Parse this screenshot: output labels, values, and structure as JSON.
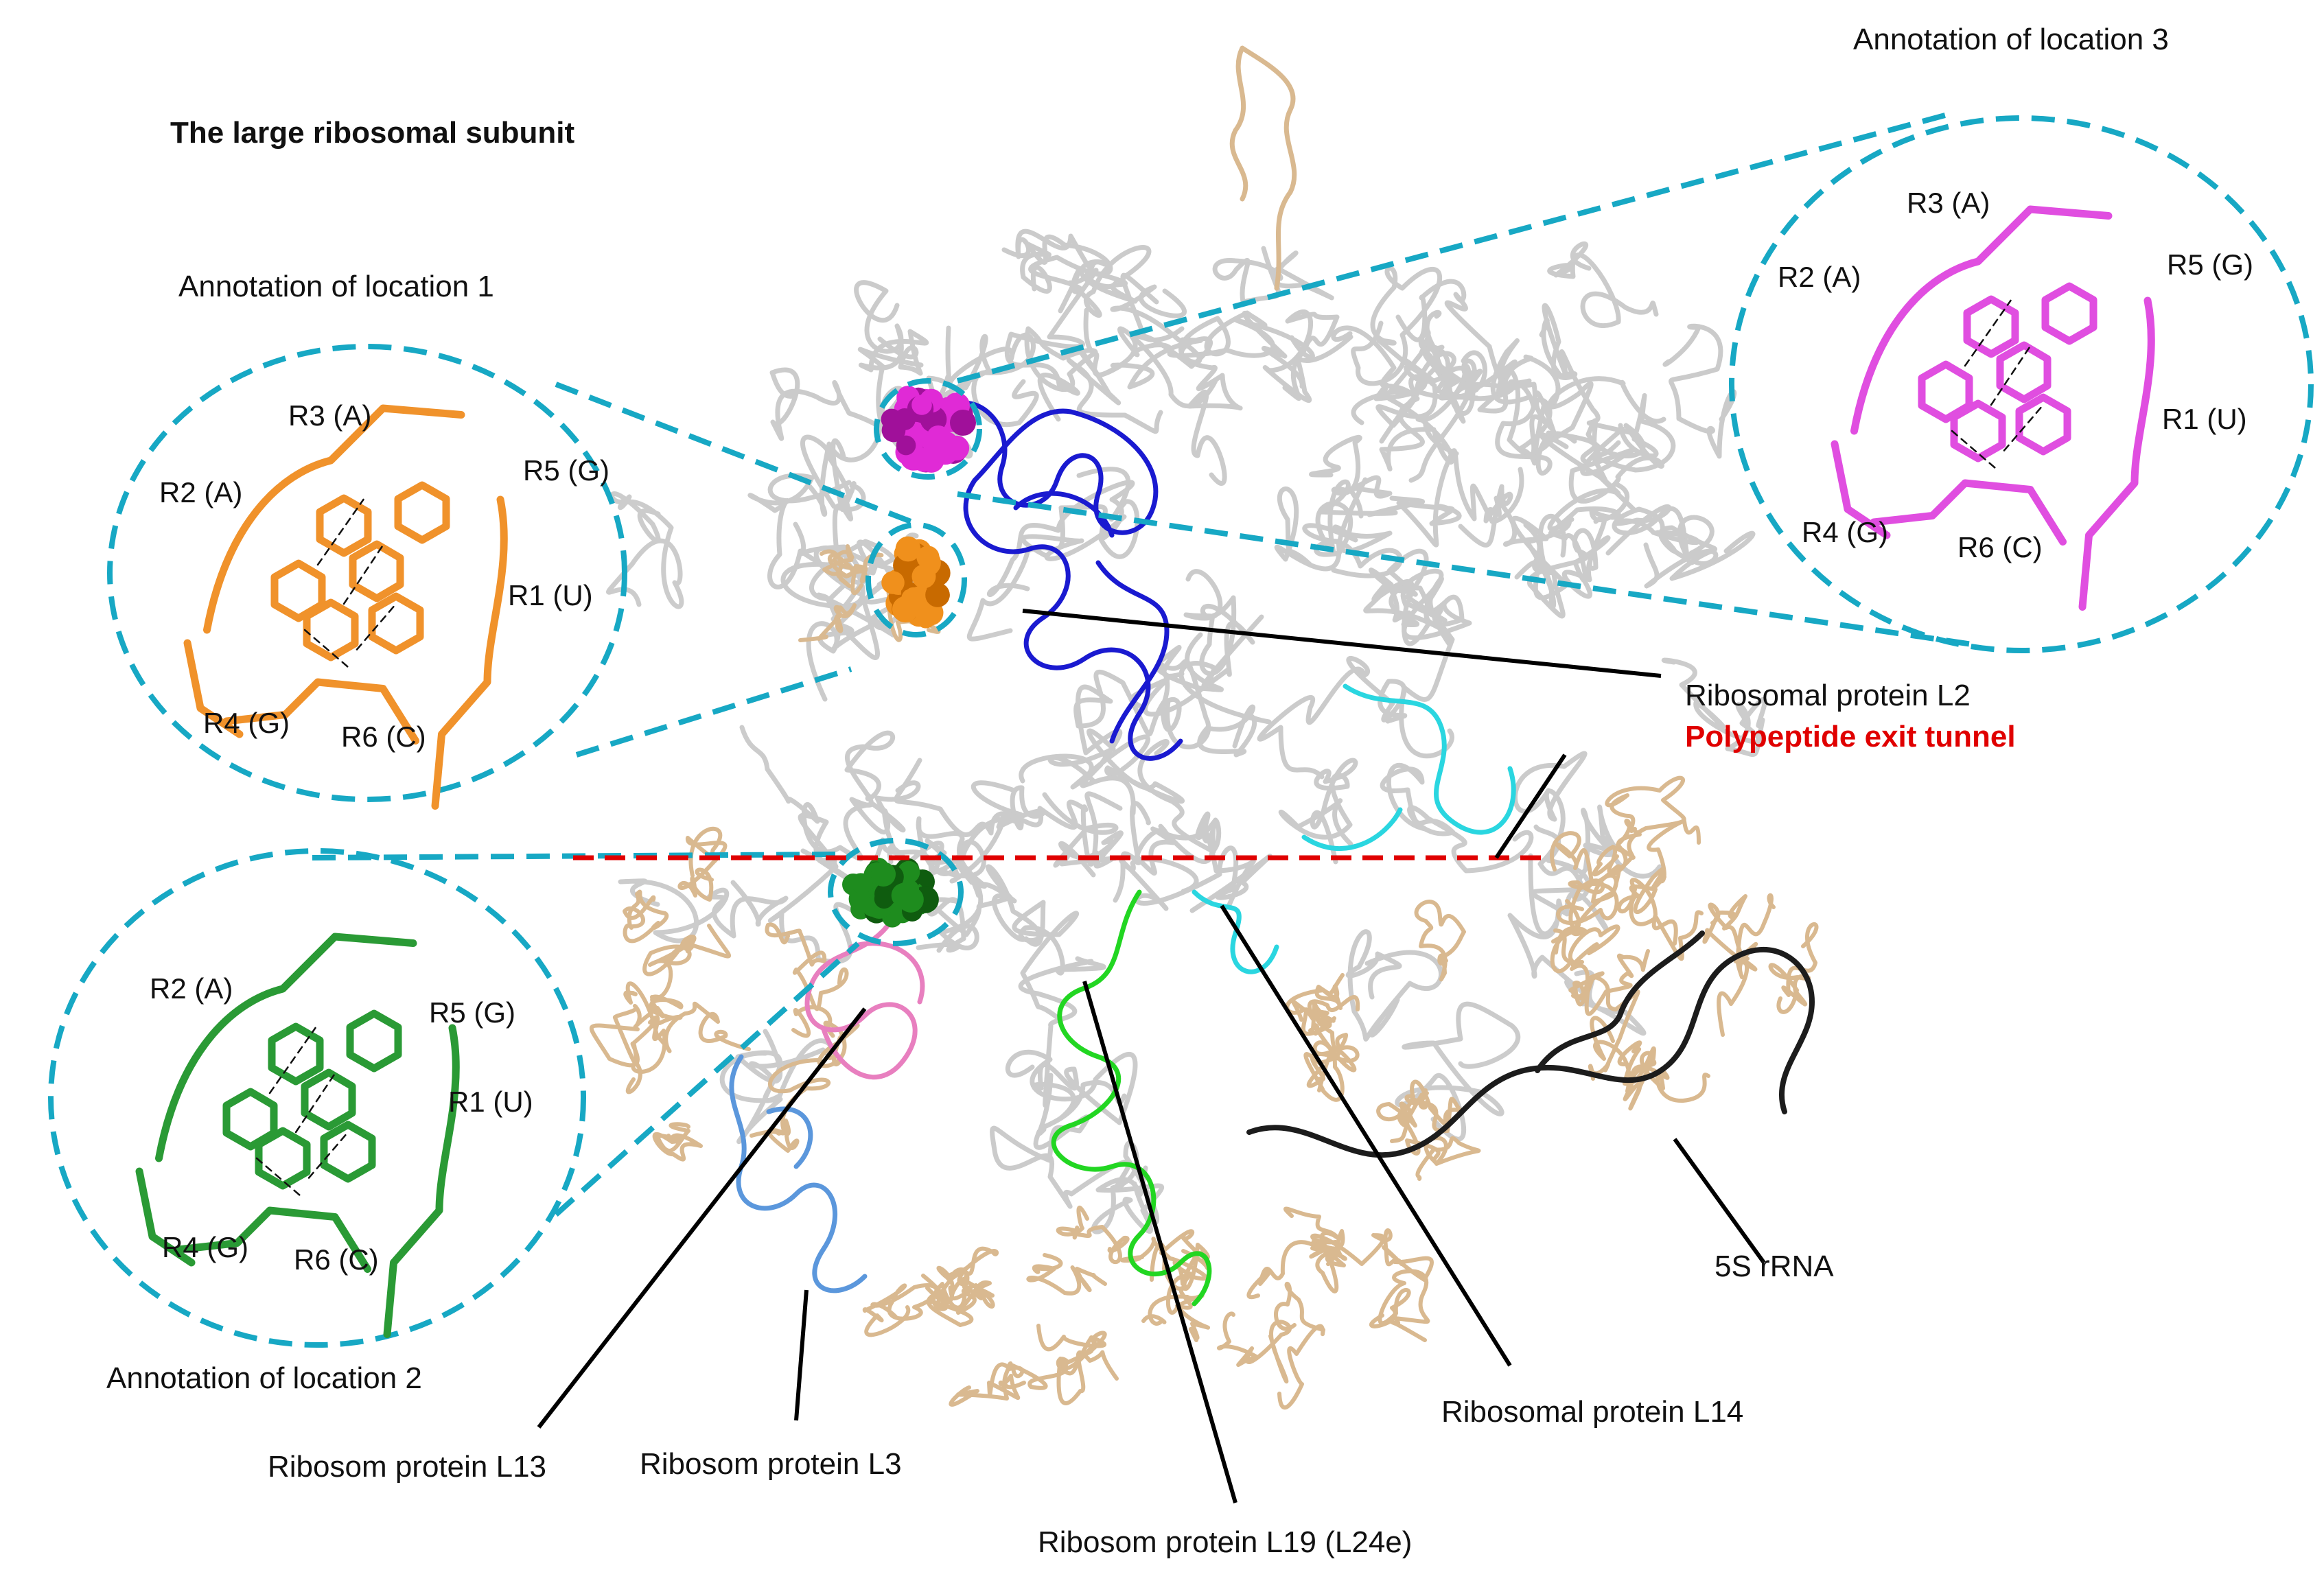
{
  "title": "The large ribosomal subunit",
  "annotations": {
    "loc1": {
      "caption": "Annotation of location 1",
      "color": "#f0922b",
      "residues": {
        "r1": "R1 (U)",
        "r2": "R2 (A)",
        "r3": "R3 (A)",
        "r4": "R4 (G)",
        "r5": "R5 (G)",
        "r6": "R6 (C)"
      }
    },
    "loc2": {
      "caption": "Annotation of location 2",
      "color": "#2a9a35",
      "residues": {
        "r1": "R1 (U)",
        "r2": "R2 (A)",
        "r4": "R4 (G)",
        "r5": "R5 (G)",
        "r6": "R6 (C)"
      }
    },
    "loc3": {
      "caption": "Annotation of location 3",
      "color": "#e04ee0",
      "residues": {
        "r1": "R1 (U)",
        "r2": "R2 (A)",
        "r3": "R3 (A)",
        "r4": "R4 (G)",
        "r5": "R5 (G)",
        "r6": "R6 (C)"
      }
    }
  },
  "labels": {
    "l2": "Ribosomal protein L2",
    "tunnel": "Polypeptide exit tunnel",
    "rrna5s": "5S rRNA",
    "l14": "Ribosomal protein L14",
    "l13": "Ribosom protein L13",
    "l3": "Ribosom protein L3",
    "l19": "Ribosom protein L19 (L24e)"
  },
  "colors": {
    "rrna": "#c9c9c9",
    "proteins": "#d9b990",
    "l2": "#1a1ad0",
    "l14": "#2ad6e0",
    "l19": "#22d622",
    "l13": "#e87fbf",
    "l3": "#5b97dc",
    "rrna5s": "#1c1c1c",
    "tunnel": "#e00000",
    "callout": "#17a8c4"
  }
}
